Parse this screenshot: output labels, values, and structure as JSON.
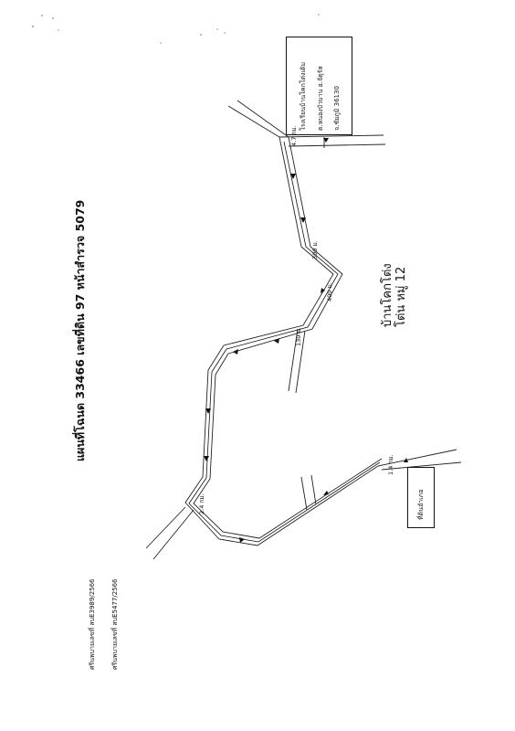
{
  "map": {
    "title": "แผนที่โฉนด 33466 เลขที่ดิน 97 หน้าสำรวจ 5079",
    "references": [
      "ศรีนพบายเลขที่ สบE3989/2566",
      "ศรีนพบายเลขที่ สบE5477/2566"
    ],
    "village_name": "บ้านโคกโต่ง",
    "village_moo": "โต่น หมู่ 12",
    "school_label": [
      "โรงเรียนบ้านโคกโต่งเดิม",
      "ต.หนองบัวบาน อ.จัตุรัส",
      "จ.ชัยภูมิ 36130"
    ],
    "office_label": "ที่ดินอำเภอ",
    "distances": [
      "4.7 กม.",
      "300 ม.",
      "400 ม.",
      "130 ม.",
      "2.4 กม.",
      "1.4 กม."
    ]
  }
}
